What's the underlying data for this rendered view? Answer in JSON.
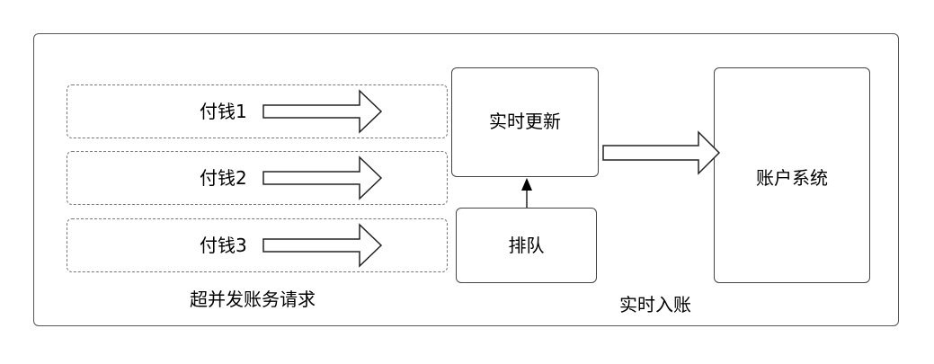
{
  "requests": [
    {
      "label": "付钱1"
    },
    {
      "label": "付钱2"
    },
    {
      "label": "付钱3"
    }
  ],
  "requests_caption": "超并发账务请求",
  "realtime_update": {
    "label": "实时更新"
  },
  "queue": {
    "label": "排队"
  },
  "account_system": {
    "label": "账户系统"
  },
  "realtime_caption": "实时入账"
}
